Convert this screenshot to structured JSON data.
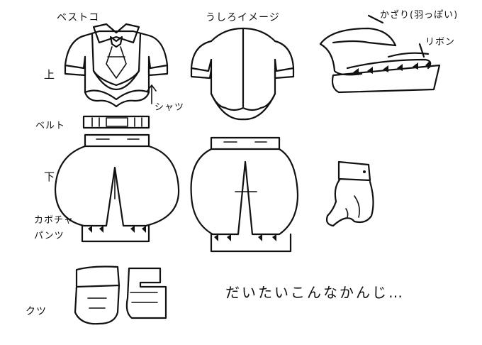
{
  "sketch": {
    "labels": {
      "vest": "ベストコ",
      "back": "うしろイメージ",
      "hat_decor": "かざり(羽っぽい)",
      "ribbon": "リボン",
      "top": "上",
      "shirt": "シャツ",
      "belt": "ベルト",
      "bottom": "下",
      "pants": "カボチャ\nパンツ",
      "shoes": "クツ",
      "caption": "だいたいこんなかんじ…"
    },
    "colors": {
      "ink": "#111111",
      "paper": "#ffffff"
    }
  }
}
